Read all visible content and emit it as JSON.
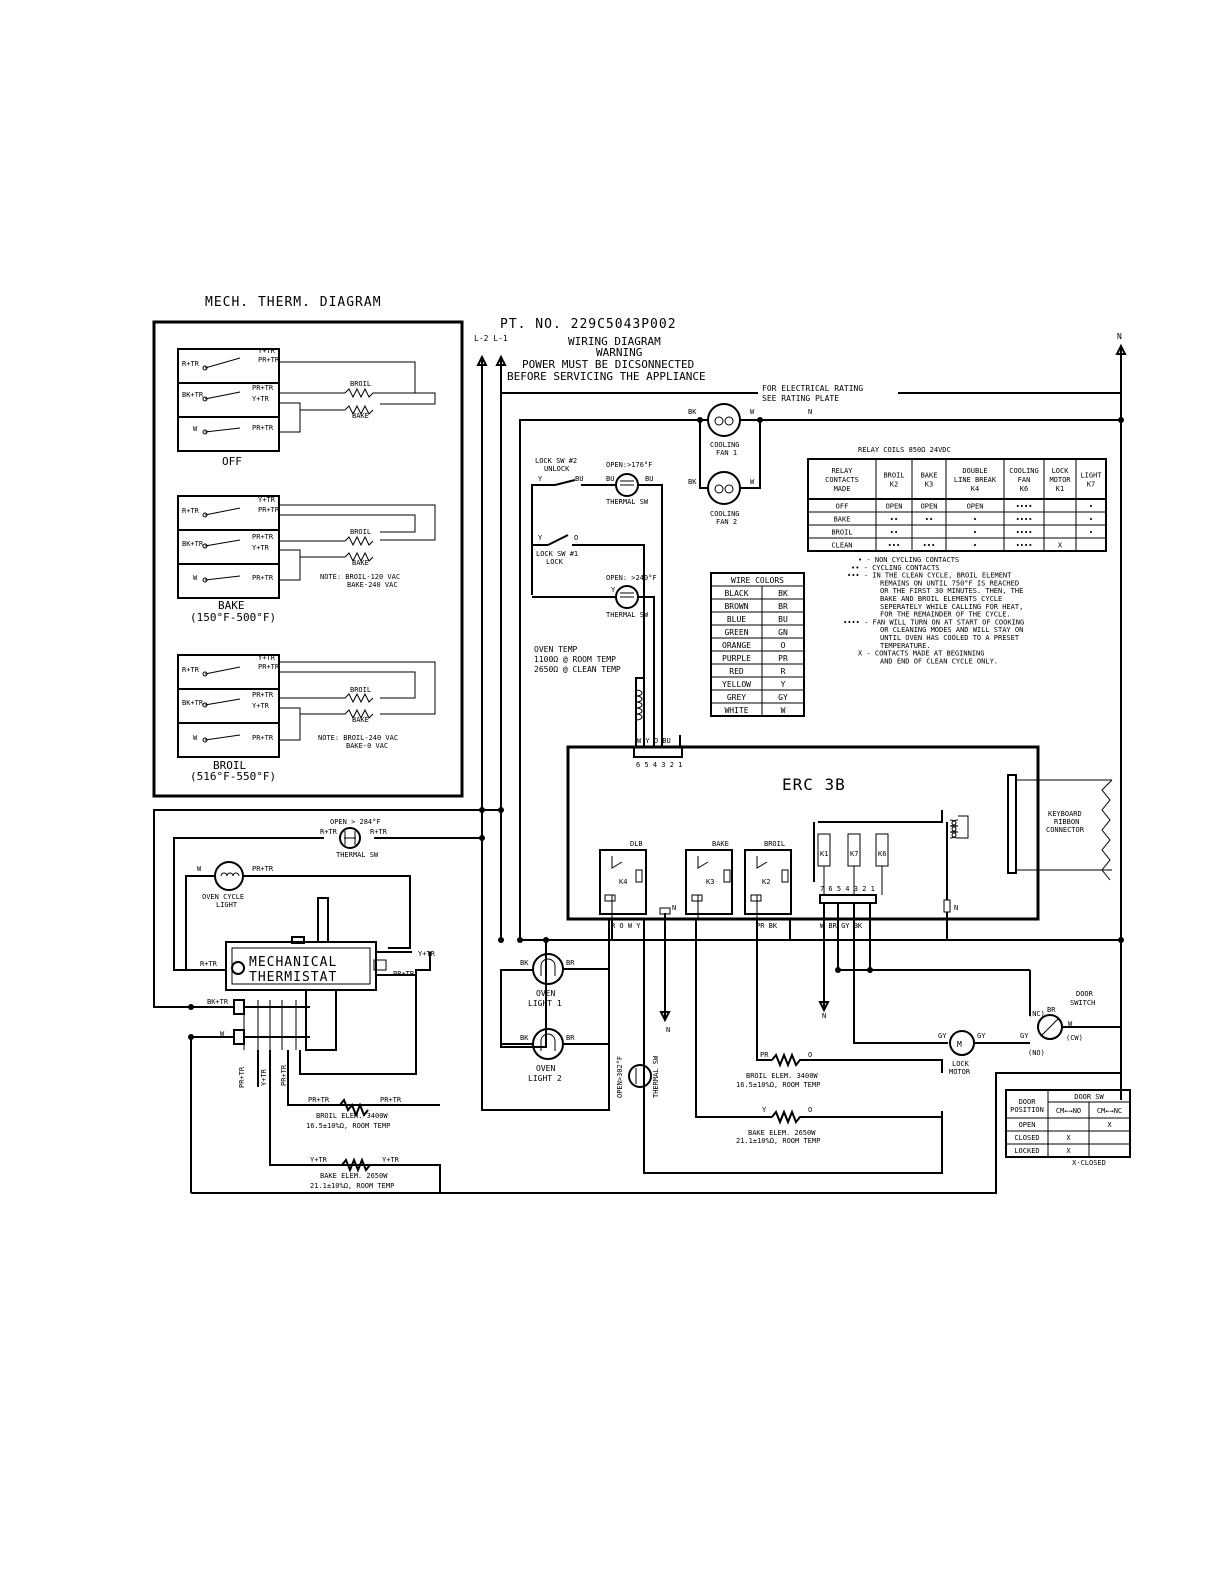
{
  "mech_diagram": {
    "title": "MECH. THERM. DIAGRAM",
    "panels": [
      {
        "caption": "OFF",
        "note": ""
      },
      {
        "caption": "BAKE",
        "range": "(150°F-500°F)",
        "note1": "NOTE: BROIL-120 VAC",
        "note2": "BAKE-240 VAC"
      },
      {
        "caption": "BROIL",
        "range": "(516°F-550°F)",
        "note1": "NOTE: BROIL-240 VAC",
        "note2": "BAKE-0 VAC"
      }
    ],
    "terminals": {
      "rtr": "R+TR",
      "ytr": "Y+TR",
      "prtr": "PR+TR",
      "bktr": "BK+TR",
      "w": "W"
    },
    "element_labels": {
      "broil": "BROIL",
      "bake": "BAKE"
    }
  },
  "header": {
    "part_no": "PT. NO. 229C5043P002",
    "lines": "L-2 L-1",
    "n": "N",
    "wiring": "WIRING DIAGRAM",
    "warning": "WARNING",
    "power": "POWER MUST BE DICSONNECTED",
    "before": "BEFORE SERVICING THE APPLIANCE",
    "rating1": "FOR ELECTRICAL RATING",
    "rating2": "SEE RATING PLATE"
  },
  "components": {
    "fan1": "COOLING FAN 1",
    "fan2": "COOLING FAN 2",
    "fan1_a": "COOLING",
    "fan1_b": "FAN 1",
    "fan2_a": "COOLING",
    "fan2_b": "FAN 2",
    "bk": "BK",
    "w": "W",
    "n": "N",
    "lock_sw2_a": "LOCK SW #2",
    "lock_sw2_b": "UNLOCK",
    "lock_sw1_a": "LOCK SW #1",
    "lock_sw1_b": "LOCK",
    "open176": "OPEN:>176°F",
    "open240": "OPEN: >240°F",
    "thermal_sw": "THERMAL SW",
    "oven_temp": "OVEN TEMP",
    "temp1": "1100Ω @ ROOM TEMP",
    "temp2": "2650Ω @ CLEAN TEMP",
    "conn_pins": "6 5 4 3 2 1",
    "conn_wires": "W  Y O BU",
    "erc": "ERC 3B",
    "dlb": "DLB",
    "bake": "BAKE",
    "broil": "BROIL",
    "k4": "K4",
    "k3": "K3",
    "k2": "K2",
    "k1": "K1",
    "k6": "K6",
    "k7": "K7",
    "keyboard1": "KEYBOARD",
    "keyboard2": "RIBBON",
    "keyboard3": "CONNECTOR",
    "open284": "OPEN > 284°F",
    "rtr": "R+TR",
    "ytr": "Y+TR",
    "prtr": "PR+TR",
    "bktr": "BK+TR",
    "oven_cycle1": "OVEN CYCLE",
    "oven_cycle2": "LIGHT",
    "mech1": "MECHANICAL",
    "mech2": "THERMISTAT",
    "oven_light1_a": "OVEN",
    "oven_light1_b": "LIGHT 1",
    "oven_light2_a": "OVEN",
    "oven_light2_b": "LIGHT 2",
    "br": "BR",
    "open302": "OPEN>302°F",
    "broil_elem1": "BROIL ELEM. 3400W",
    "broil_elem2": "16.5±10%Ω, ROOM TEMP",
    "bake_elem1": "BAKE ELEM. 2650W",
    "bake_elem2": "21.1±10%Ω, ROOM TEMP",
    "door_sw1": "DOOR",
    "door_sw2": "SWITCH",
    "nc": "(NC)",
    "no": "(NO)",
    "cw": "(CW)",
    "gy": "GY",
    "lock_motor1": "LOCK",
    "lock_motor2": "MOTOR",
    "m": "M",
    "pr": "PR",
    "o": "O",
    "y": "Y",
    "r": "R",
    "bu": "BU",
    "wire_row": "R   O   W   Y",
    "wire_row2": "PR  BK",
    "wire_row3": "W BR GY BK",
    "pins2": "7 6 5 4 3 2 1"
  },
  "relay_table": {
    "title": "RELAY COILS 850Ω 24VDC",
    "headers": [
      [
        "RELAY",
        "CONTACTS",
        "MADE"
      ],
      [
        "BROIL",
        "K2"
      ],
      [
        "BAKE",
        "K3"
      ],
      [
        "DOUBLE",
        "LINE BREAK",
        "K4"
      ],
      [
        "COOLING",
        "FAN",
        "K6"
      ],
      [
        "LOCK",
        "MOTOR",
        "K1"
      ],
      [
        "LIGHT",
        "K7"
      ]
    ],
    "rows": [
      [
        "OFF",
        "OPEN",
        "OPEN",
        "OPEN",
        "••••",
        "",
        "•"
      ],
      [
        "BAKE",
        "••",
        "••",
        "•",
        "••••",
        "",
        "•"
      ],
      [
        "BROIL",
        "••",
        "",
        "•",
        "••••",
        "",
        "•"
      ],
      [
        "CLEAN",
        "•••",
        "•••",
        "•",
        "••••",
        "X",
        ""
      ]
    ]
  },
  "notes": [
    "• - NON CYCLING CONTACTS",
    "•• - CYCLING CONTACTS",
    "••• - IN THE CLEAN CYCLE, BROIL ELEMENT",
    "REMAINS ON UNTIL 750°F IS REACHED",
    "OR THE FIRST 30 MINUTES. THEN, THE",
    "BAKE AND BROIL ELEMENTS CYCLE",
    "SEPERATELY WHILE CALLING FOR HEAT,",
    "FOR THE REMAINDER OF THE CYCLE.",
    "•••• - FAN WILL TURN ON AT START OF COOKING",
    "OR CLEANING MODES AND WILL STAY ON",
    "UNTIL OVEN HAS COOLED TO A PRESET",
    "TEMPERATURE.",
    "X - CONTACTS MADE AT BEGINNING",
    "AND END OF CLEAN CYCLE ONLY."
  ],
  "wire_colors": {
    "title": "WIRE COLORS",
    "rows": [
      [
        "BLACK",
        "BK"
      ],
      [
        "BROWN",
        "BR"
      ],
      [
        "BLUE",
        "BU"
      ],
      [
        "GREEN",
        "GN"
      ],
      [
        "ORANGE",
        "O"
      ],
      [
        "PURPLE",
        "PR"
      ],
      [
        "RED",
        "R"
      ],
      [
        "YELLOW",
        "Y"
      ],
      [
        "GREY",
        "GY"
      ],
      [
        "WHITE",
        "W"
      ]
    ]
  },
  "door_table": {
    "h1a": "DOOR",
    "h1b": "POSITION",
    "h2": "DOOR SW",
    "c1": "CM←→NO",
    "c2": "CM←→NC",
    "rows": [
      [
        "OPEN",
        "",
        "X"
      ],
      [
        "CLOSED",
        "X",
        ""
      ],
      [
        "LOCKED",
        "X",
        ""
      ]
    ],
    "foot": "X-CLOSED"
  }
}
